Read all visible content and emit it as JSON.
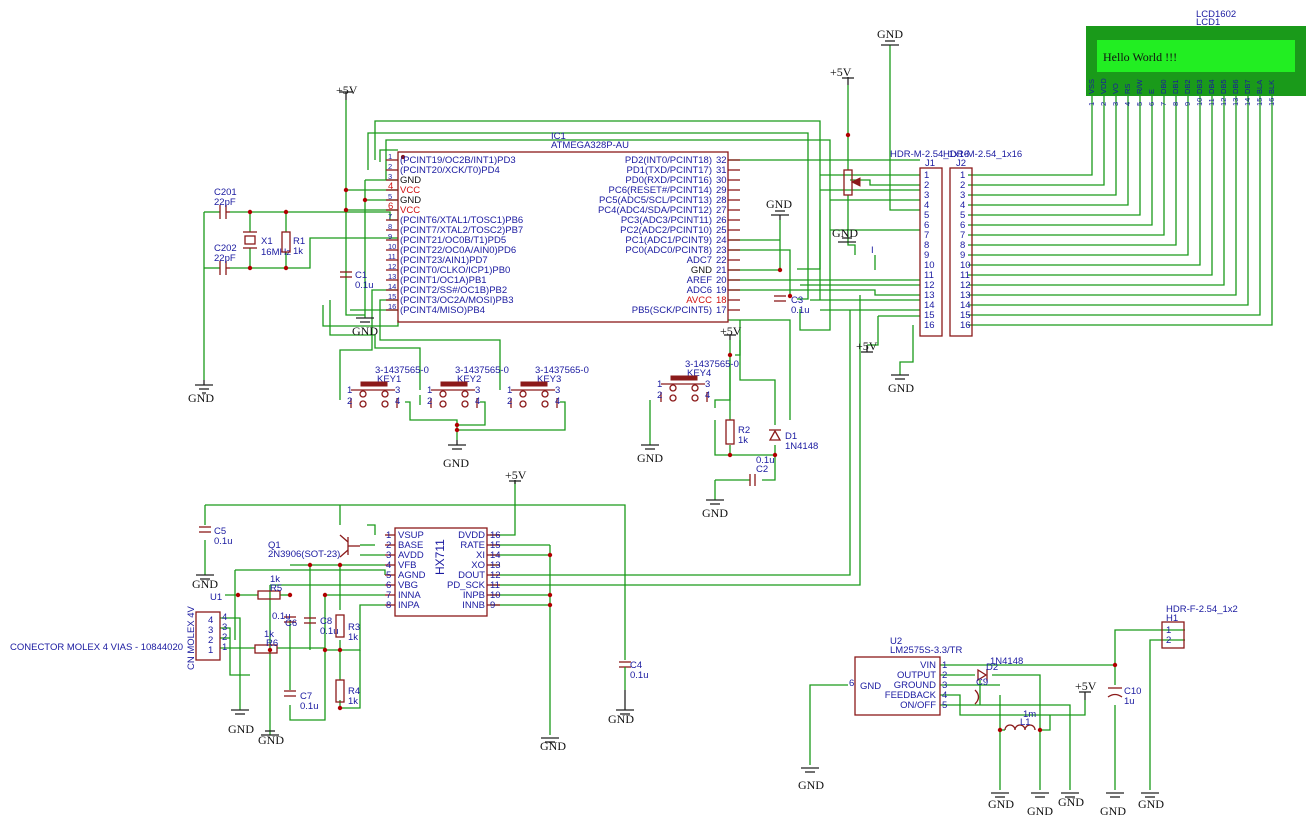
{
  "power": {
    "vcc": "+5V",
    "gnd": "GND"
  },
  "ic1": {
    "ref": "IC1",
    "part": "ATMEGA328P-AU",
    "left_pins": [
      {
        "n": "1",
        "name": "(PCINT19/OC2B/INT1)PD3",
        "red": false
      },
      {
        "n": "2",
        "name": "(PCINT20/XCK/T0)PD4",
        "red": false
      },
      {
        "n": "3",
        "name": "GND",
        "red": false,
        "black": true
      },
      {
        "n": "4",
        "name": "VCC",
        "red": true
      },
      {
        "n": "5",
        "name": "GND",
        "red": false,
        "black": true
      },
      {
        "n": "6",
        "name": "VCC",
        "red": true
      },
      {
        "n": "7",
        "name": "(PCINT6/XTAL1/TOSC1)PB6",
        "red": false
      },
      {
        "n": "8",
        "name": "(PCINT7/XTAL2/TOSC2)PB7",
        "red": false
      },
      {
        "n": "9",
        "name": "(PCINT21/OC0B/T1)PD5",
        "red": false
      },
      {
        "n": "10",
        "name": "(PCINT22/OC0A/AIN0)PD6",
        "red": false
      },
      {
        "n": "11",
        "name": "(PCINT23/AIN1)PD7",
        "red": false
      },
      {
        "n": "12",
        "name": "(PCINT0/CLKO/ICP1)PB0",
        "red": false
      },
      {
        "n": "13",
        "name": "(PCINT1/OC1A)PB1",
        "red": false
      },
      {
        "n": "14",
        "name": "(PCINT2/SS#/OC1B)PB2",
        "red": false
      },
      {
        "n": "15",
        "name": "(PCINT3/OC2A/MOSI)PB3",
        "red": false
      },
      {
        "n": "16",
        "name": "(PCINT4/MISO)PB4",
        "red": false
      }
    ],
    "right_pins": [
      {
        "n": "32",
        "name": "PD2(INT0/PCINT18)",
        "red": false
      },
      {
        "n": "31",
        "name": "PD1(TXD/PCINT17)",
        "red": false
      },
      {
        "n": "30",
        "name": "PD0(RXD/PCINT16)",
        "red": false
      },
      {
        "n": "29",
        "name": "PC6(RESET#/PCINT14)",
        "red": false
      },
      {
        "n": "28",
        "name": "PC5(ADC5/SCL/PCINT13)",
        "red": false
      },
      {
        "n": "27",
        "name": "PC4(ADC4/SDA/PCINT12)",
        "red": false
      },
      {
        "n": "26",
        "name": "PC3(ADC3/PCINT11)",
        "red": false
      },
      {
        "n": "25",
        "name": "PC2(ADC2/PCINT10)",
        "red": false
      },
      {
        "n": "24",
        "name": "PC1(ADC1/PCINT9)",
        "red": false
      },
      {
        "n": "23",
        "name": "PC0(ADC0/PCINT8)",
        "red": false
      },
      {
        "n": "22",
        "name": "ADC7",
        "red": false
      },
      {
        "n": "21",
        "name": "GND",
        "red": false,
        "black": true
      },
      {
        "n": "20",
        "name": "AREF",
        "red": false
      },
      {
        "n": "19",
        "name": "ADC6",
        "red": false
      },
      {
        "n": "18",
        "name": "AVCC",
        "red": true
      },
      {
        "n": "17",
        "name": "PB5(SCK/PCINT5)",
        "red": false
      }
    ]
  },
  "hx711": {
    "title": "HX711",
    "left_pins": [
      {
        "n": "1",
        "name": "VSUP"
      },
      {
        "n": "2",
        "name": "BASE"
      },
      {
        "n": "3",
        "name": "AVDD"
      },
      {
        "n": "4",
        "name": "VFB"
      },
      {
        "n": "5",
        "name": "AGND"
      },
      {
        "n": "6",
        "name": "VBG"
      },
      {
        "n": "7",
        "name": "INNA"
      },
      {
        "n": "8",
        "name": "INPA"
      }
    ],
    "right_pins": [
      {
        "n": "16",
        "name": "DVDD"
      },
      {
        "n": "15",
        "name": "RATE"
      },
      {
        "n": "14",
        "name": "XI"
      },
      {
        "n": "13",
        "name": "XO"
      },
      {
        "n": "12",
        "name": "DOUT"
      },
      {
        "n": "11",
        "name": "PD_SCK"
      },
      {
        "n": "10",
        "name": "INPB"
      },
      {
        "n": "9",
        "name": "INNB"
      }
    ]
  },
  "lcd": {
    "ref1": "LCD1602",
    "ref2": "LCD1",
    "text": "Hello World !!!",
    "pin_labels": [
      "VSS",
      "VDD",
      "VO",
      "RS",
      "R/W",
      "E",
      "DB0",
      "DB1",
      "DB2",
      "DB3",
      "DB4",
      "DB5",
      "DB6",
      "DB7",
      "BLA",
      "BLK"
    ],
    "pin_numbers": [
      "1",
      "2",
      "3",
      "4",
      "5",
      "6",
      "7",
      "8",
      "9",
      "10",
      "11",
      "12",
      "13",
      "14",
      "15",
      "16"
    ],
    "color": "#22ee22",
    "frame_color": "#1a9a1a"
  },
  "headers": {
    "j1": {
      "ref": "J1",
      "part": "HDR-M-2.54_1x16",
      "pins": [
        "1",
        "2",
        "3",
        "4",
        "5",
        "6",
        "7",
        "8",
        "9",
        "10",
        "11",
        "12",
        "13",
        "14",
        "15",
        "16"
      ]
    },
    "j2": {
      "ref": "J2",
      "part": "HDR-M-2.54_1x16",
      "pins": [
        "1",
        "2",
        "3",
        "4",
        "5",
        "6",
        "7",
        "8",
        "9",
        "10",
        "11",
        "12",
        "13",
        "14",
        "15",
        "16"
      ]
    },
    "h1": {
      "ref": "H1",
      "part": "HDR-F-2.54_1x2",
      "pins": [
        "1",
        "2"
      ]
    }
  },
  "u1": {
    "ref": "U1",
    "part": "CN MOLEX 4V",
    "desc": "CONECTOR MOLEX 4 VIAS - 10844020",
    "pins": [
      "4",
      "3",
      "2",
      "1"
    ]
  },
  "u2": {
    "ref": "U2",
    "part": "LM2575S-3.3/TR",
    "gnd_pin": "6",
    "gnd_label": "GND",
    "pins": [
      {
        "n": "1",
        "name": "VIN"
      },
      {
        "n": "2",
        "name": "OUTPUT"
      },
      {
        "n": "3",
        "name": "GROUND"
      },
      {
        "n": "4",
        "name": "FEEDBACK"
      },
      {
        "n": "5",
        "name": "ON/OFF"
      }
    ]
  },
  "q1": {
    "ref": "Q1",
    "part": "2N3906(SOT-23)"
  },
  "x1": {
    "ref": "X1",
    "value": "16MHz"
  },
  "keys": [
    {
      "ref": "KEY1",
      "part": "3-1437565-0"
    },
    {
      "ref": "KEY2",
      "part": "3-1437565-0"
    },
    {
      "ref": "KEY3",
      "part": "3-1437565-0"
    },
    {
      "ref": "KEY4",
      "part": "3-1437565-0"
    }
  ],
  "key_pins": [
    "1",
    "2",
    "3",
    "4"
  ],
  "capacitors": {
    "c201": {
      "ref": "C201",
      "value": "22pF"
    },
    "c202": {
      "ref": "C202",
      "value": "22pF"
    },
    "c1": {
      "ref": "C1",
      "value": "0.1u"
    },
    "c2": {
      "ref": "C2",
      "value": "0.1u"
    },
    "c3": {
      "ref": "C3",
      "value": "0.1u"
    },
    "c4": {
      "ref": "C4",
      "value": "0.1u"
    },
    "c5": {
      "ref": "C5",
      "value": "0.1u"
    },
    "c6": {
      "ref": "C6",
      "value": "0.1u"
    },
    "c7": {
      "ref": "C7",
      "value": "0.1u"
    },
    "c8": {
      "ref": "C8",
      "value": "0.1u"
    },
    "c9": {
      "ref": "C9",
      "value": ""
    },
    "c10": {
      "ref": "C10",
      "value": "1u"
    }
  },
  "resistors": {
    "r1": {
      "ref": "R1",
      "value": "1k"
    },
    "r2": {
      "ref": "R2",
      "value": "1k"
    },
    "r3": {
      "ref": "R3",
      "value": "1k"
    },
    "r4": {
      "ref": "R4",
      "value": "1k"
    },
    "r5": {
      "ref": "R5",
      "value": "1k"
    },
    "r6": {
      "ref": "R6",
      "value": "1k"
    }
  },
  "diodes": {
    "d1": {
      "ref": "D1",
      "part": "1N4148"
    },
    "d2": {
      "ref": "D2",
      "part": "1N4148"
    }
  },
  "l1": {
    "ref": "L1",
    "value": "1m"
  },
  "pot_mark": "I"
}
